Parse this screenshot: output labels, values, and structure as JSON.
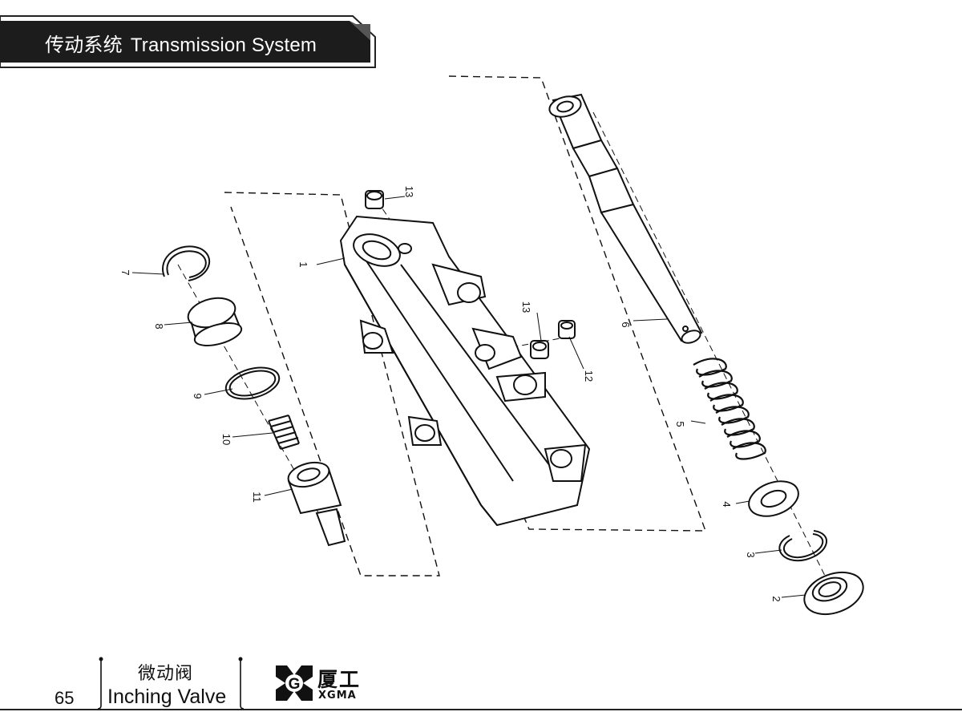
{
  "header": {
    "title_cn": "传动系统",
    "title_en": "Transmission System"
  },
  "callouts": [
    {
      "id": "c1",
      "label": "1"
    },
    {
      "id": "c2",
      "label": "2"
    },
    {
      "id": "c3",
      "label": "3"
    },
    {
      "id": "c4",
      "label": "4"
    },
    {
      "id": "c5",
      "label": "5"
    },
    {
      "id": "c6",
      "label": "6"
    },
    {
      "id": "c7",
      "label": "7"
    },
    {
      "id": "c8",
      "label": "8"
    },
    {
      "id": "c9",
      "label": "9"
    },
    {
      "id": "c10",
      "label": "10"
    },
    {
      "id": "c11",
      "label": "11"
    },
    {
      "id": "c12",
      "label": "12"
    },
    {
      "id": "c13a",
      "label": "13"
    },
    {
      "id": "c13b",
      "label": "13"
    }
  ],
  "footer": {
    "page_number": "65",
    "section_cn": "微动阀",
    "section_en": "Inching Valve",
    "brand_cn": "厦工",
    "brand_en": "XGMA",
    "logo_letter": "G"
  }
}
